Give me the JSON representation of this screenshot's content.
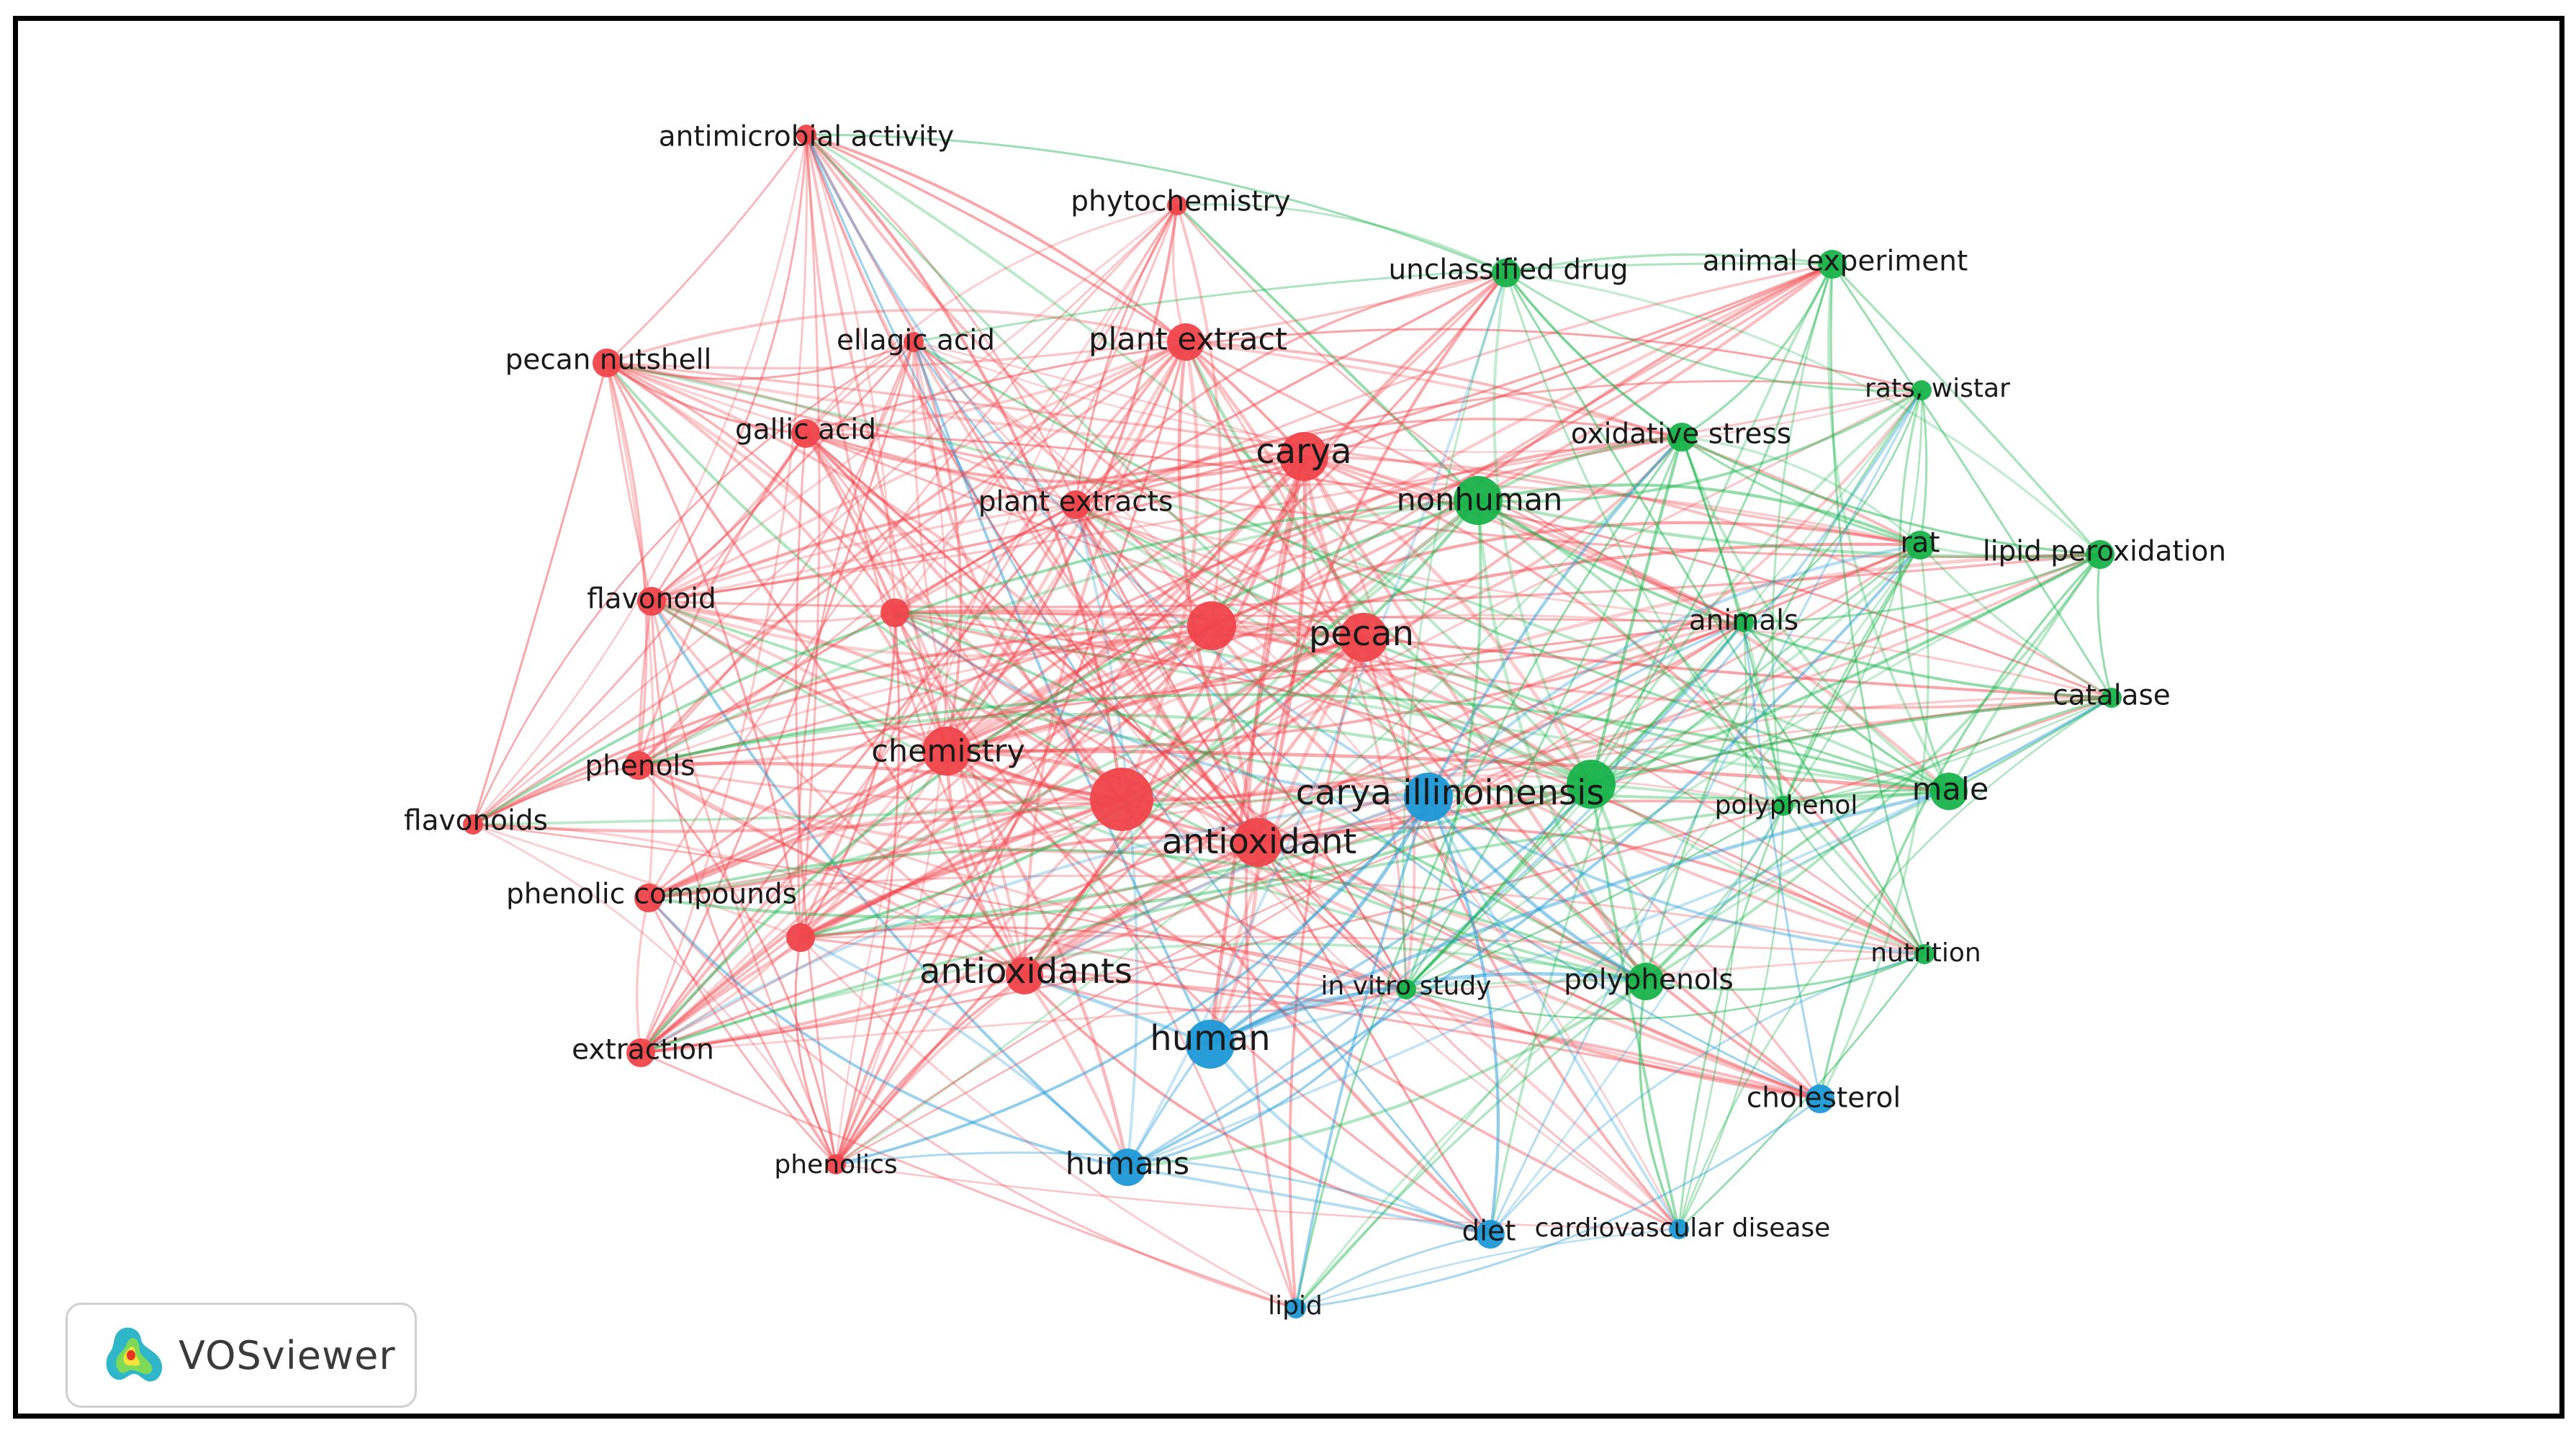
{
  "app": {
    "logo_text": "VOSviewer"
  },
  "colors": {
    "cluster_red": "#f0444b",
    "cluster_green": "#18b34a",
    "cluster_blue": "#1e98d6",
    "frame": "#000000",
    "background": "#ffffff"
  },
  "clusters": [
    {
      "id": 1,
      "color": "#f0444b"
    },
    {
      "id": 2,
      "color": "#18b34a"
    },
    {
      "id": 3,
      "color": "#1e98d6"
    }
  ],
  "nodes": [
    {
      "label": "antimicrobial activity",
      "cluster": 1,
      "weight": 1
    },
    {
      "label": "phytochemistry",
      "cluster": 1,
      "weight": 1
    },
    {
      "label": "ellagic acid",
      "cluster": 1,
      "weight": 1
    },
    {
      "label": "plant extract",
      "cluster": 1,
      "weight": 3
    },
    {
      "label": "pecan nutshell",
      "cluster": 1,
      "weight": 2
    },
    {
      "label": "gallic acid",
      "cluster": 1,
      "weight": 2
    },
    {
      "label": "carya",
      "cluster": 1,
      "weight": 4
    },
    {
      "label": "plant extracts",
      "cluster": 1,
      "weight": 2
    },
    {
      "label": "flavonoid",
      "cluster": 1,
      "weight": 2
    },
    {
      "label": "",
      "cluster": 1,
      "weight": 2
    },
    {
      "label": "",
      "cluster": 1,
      "weight": 4
    },
    {
      "label": "pecan",
      "cluster": 1,
      "weight": 4
    },
    {
      "label": "chemistry",
      "cluster": 1,
      "weight": 4
    },
    {
      "label": "phenols",
      "cluster": 1,
      "weight": 2
    },
    {
      "label": "flavonoids",
      "cluster": 1,
      "weight": 1
    },
    {
      "label": "",
      "cluster": 1,
      "weight": 5
    },
    {
      "label": "antioxidant",
      "cluster": 1,
      "weight": 4
    },
    {
      "label": "phenolic compounds",
      "cluster": 1,
      "weight": 2
    },
    {
      "label": "",
      "cluster": 1,
      "weight": 2
    },
    {
      "label": "antioxidants",
      "cluster": 1,
      "weight": 3
    },
    {
      "label": "extraction",
      "cluster": 1,
      "weight": 2
    },
    {
      "label": "phenolics",
      "cluster": 1,
      "weight": 1
    },
    {
      "label": "unclassified drug",
      "cluster": 2,
      "weight": 2
    },
    {
      "label": "animal experiment",
      "cluster": 2,
      "weight": 2
    },
    {
      "label": "rats, wistar",
      "cluster": 2,
      "weight": 1
    },
    {
      "label": "oxidative stress",
      "cluster": 2,
      "weight": 2
    },
    {
      "label": "nonhuman",
      "cluster": 2,
      "weight": 4
    },
    {
      "label": "rat",
      "cluster": 2,
      "weight": 2
    },
    {
      "label": "lipid peroxidation",
      "cluster": 2,
      "weight": 2
    },
    {
      "label": "animals",
      "cluster": 2,
      "weight": 1
    },
    {
      "label": "catalase",
      "cluster": 2,
      "weight": 1
    },
    {
      "label": "",
      "cluster": 2,
      "weight": 4
    },
    {
      "label": "male",
      "cluster": 2,
      "weight": 3
    },
    {
      "label": "polyphenol",
      "cluster": 2,
      "weight": 1
    },
    {
      "label": "nutrition",
      "cluster": 2,
      "weight": 1
    },
    {
      "label": "in vitro study",
      "cluster": 2,
      "weight": 1
    },
    {
      "label": "polyphenols",
      "cluster": 2,
      "weight": 3
    },
    {
      "label": "carya illinoinensis",
      "cluster": 3,
      "weight": 4
    },
    {
      "label": "human",
      "cluster": 3,
      "weight": 4
    },
    {
      "label": "humans",
      "cluster": 3,
      "weight": 3
    },
    {
      "label": "cholesterol",
      "cluster": 3,
      "weight": 2
    },
    {
      "label": "diet",
      "cluster": 3,
      "weight": 2
    },
    {
      "label": "cardiovascular disease",
      "cluster": 3,
      "weight": 1
    },
    {
      "label": "lipid",
      "cluster": 3,
      "weight": 1
    }
  ]
}
